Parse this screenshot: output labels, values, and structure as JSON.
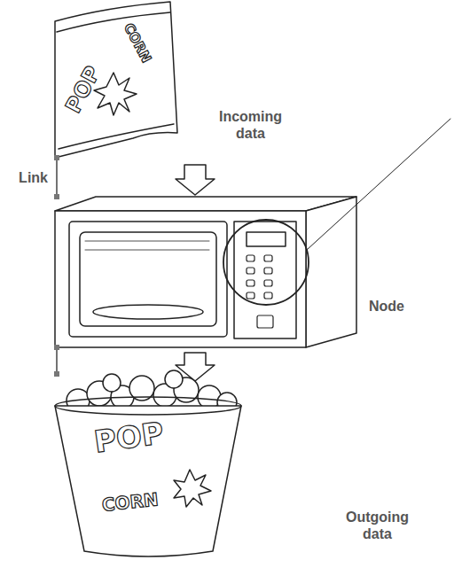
{
  "diagram": {
    "nodes": [
      {
        "text": [
          "Incoming data"
        ]
      },
      {
        "text": [
          "Node"
        ]
      },
      {
        "text": [
          "Outgoing data"
        ]
      }
    ],
    "edges": [
      {
        "from": 0,
        "to": 1,
        "arrow": "none",
        "label": "Link"
      },
      {
        "from": 1,
        "to": 2,
        "arrow": "none"
      }
    ],
    "labels": [
      "POP",
      "CORN",
      "POP",
      "CORN"
    ]
  }
}
